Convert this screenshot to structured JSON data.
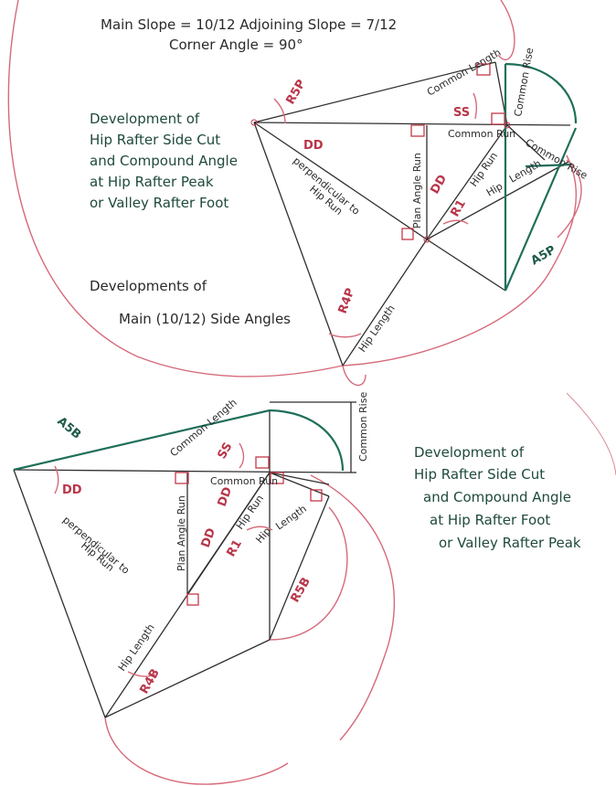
{
  "header": {
    "line1": "Main Slope = 10/12  Adjoining Slope = 7/12",
    "line2": "Corner Angle = 90°"
  },
  "peak_note": [
    "Development of",
    "Hip Rafter Side Cut",
    "and Compound Angle",
    "at Hip Rafter Peak",
    "or Valley Rafter Foot"
  ],
  "main_note": [
    "Developments of",
    "Main (10/12) Side Angles"
  ],
  "foot_note": [
    "Development of",
    "Hip Rafter Side Cut",
    "and Compound Angle",
    "at Hip Rafter Foot",
    "or Valley Rafter Peak"
  ],
  "labels": {
    "r5p": "R5P",
    "dd": "DD",
    "ss": "SS",
    "common_length": "Common Length",
    "common_rise": "Common Rise",
    "common_run": "Common Run",
    "perp": "perpendicular to",
    "hip_run_word": "Hip Run",
    "plan_angle_run": "Plan Angle Run",
    "hip_run": "Hip Run",
    "hip": "Hip",
    "length": "Length",
    "hip_length": "Hip Length",
    "r1": "R1",
    "a5p": "A5P",
    "r4p": "R4P",
    "a5b": "A5B",
    "r5b": "R5B",
    "r4b": "R4B"
  },
  "colors": {
    "ink": "#2f2f2f",
    "green": "#1f6f5a",
    "red_pencil": "#d66a7a",
    "red_text": "#b8364a"
  }
}
